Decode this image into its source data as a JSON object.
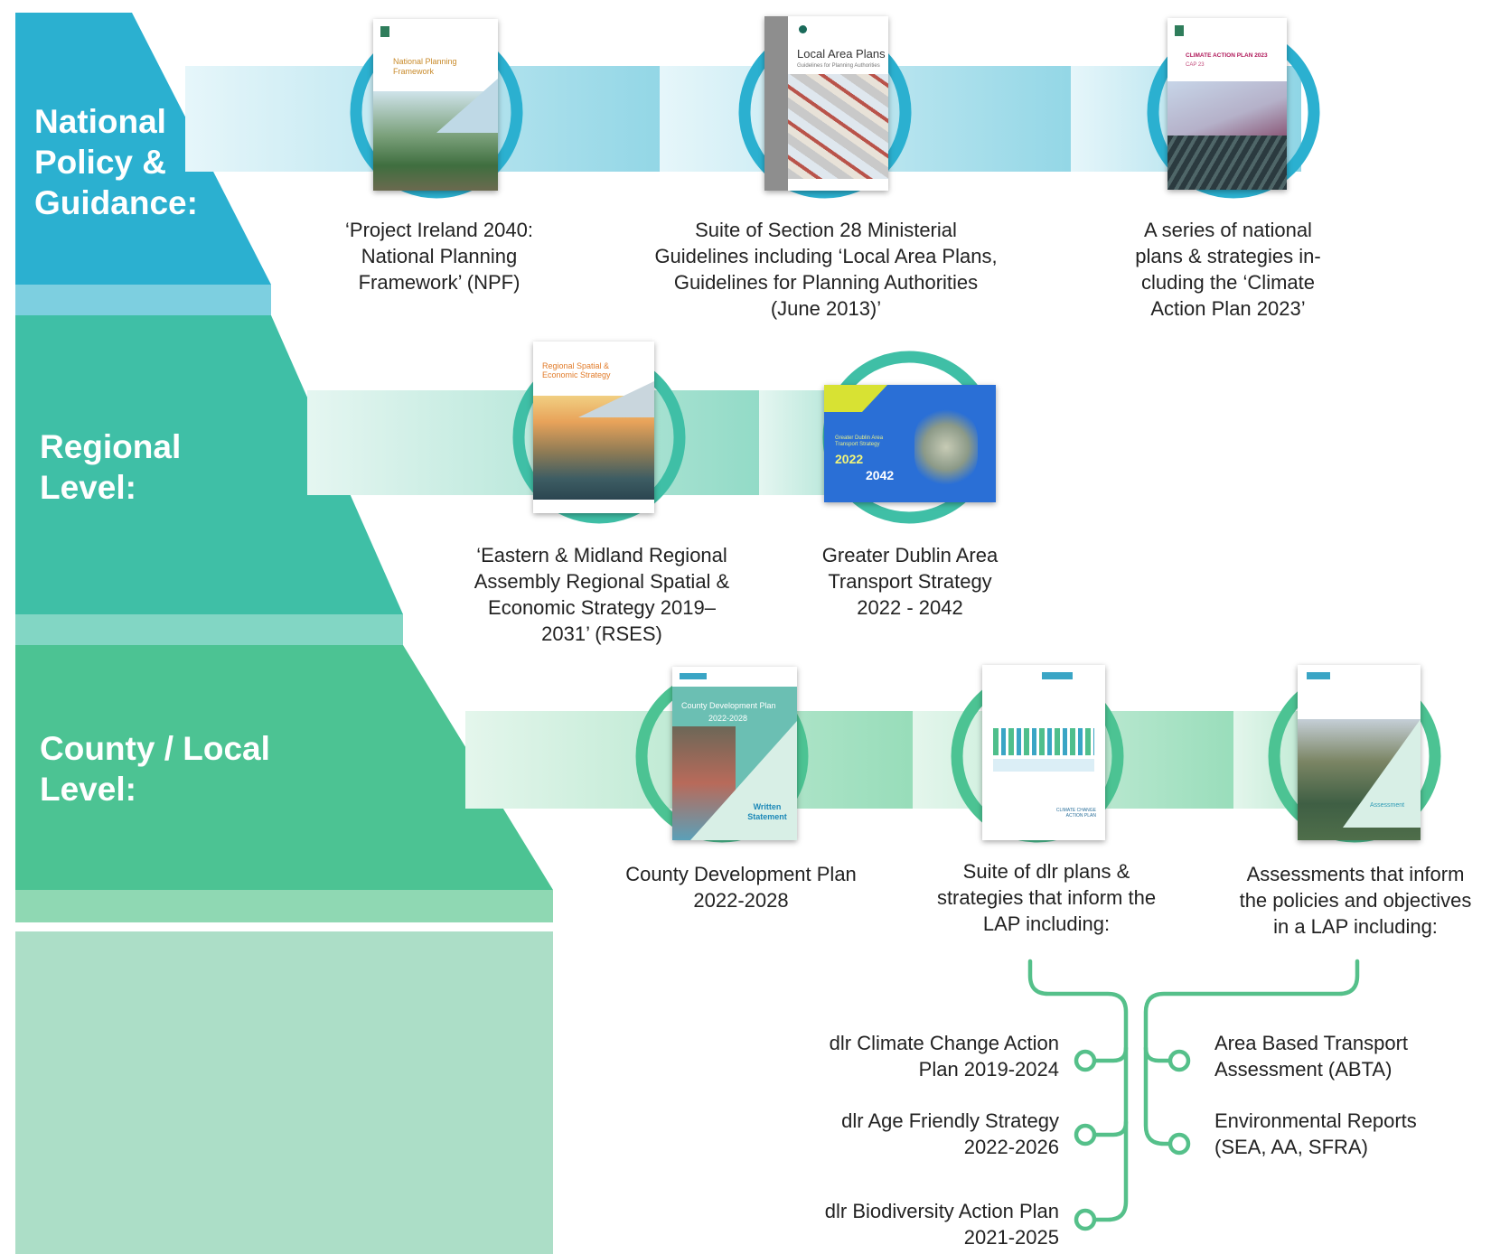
{
  "tiers": {
    "national": {
      "label_line1": "National",
      "label_line2": "Policy &",
      "label_line3": "Guidance:"
    },
    "regional": {
      "label_line1": "Regional",
      "label_line2": "Level:"
    },
    "county": {
      "label_line1": "County / Local",
      "label_line2": "Level:"
    }
  },
  "national_docs": [
    {
      "cover_title": "National Planning Framework",
      "caption": [
        "‘Project Ireland 2040:",
        "National Planning",
        "Framework’ (NPF)"
      ]
    },
    {
      "cover_title": "Local Area Plans",
      "cover_subtitle": "Guidelines for Planning Authorities",
      "caption": [
        "Suite of Section 28 Ministerial",
        "Guidelines including ‘Local Area Plans,",
        "Guidelines for Planning Authorities",
        "(June 2013)’"
      ]
    },
    {
      "cover_title": "CLIMATE ACTION PLAN 2023",
      "cover_subtitle": "CAP 23",
      "caption": [
        "A series of national",
        "plans & strategies in-",
        "cluding the ‘Climate",
        "Action Plan 2023’"
      ]
    }
  ],
  "regional_docs": [
    {
      "cover_title": "Regional Spatial & Economic Strategy",
      "caption": [
        "‘Eastern & Midland Regional",
        "Assembly Regional Spatial &",
        "Economic Strategy 2019–",
        "2031’ (RSES)"
      ]
    },
    {
      "cover_title": "Greater Dublin Area Transport Strategy",
      "cover_year1": "2022",
      "cover_year2": "2042",
      "caption": [
        "Greater Dublin Area",
        "Transport Strategy",
        "2022 - 2042"
      ]
    }
  ],
  "county_docs": [
    {
      "cover_title": "County Development Plan",
      "cover_years": "2022-2028",
      "cover_footer": "Written Statement",
      "caption": [
        "County Development Plan",
        "2022-2028"
      ]
    },
    {
      "cover_title": "CLIMATE CHANGE ACTION PLAN",
      "caption": [
        "Suite of dlr plans &",
        "strategies that inform the",
        "LAP including:"
      ]
    },
    {
      "cover_title": "Assessment",
      "caption": [
        "Assessments that inform",
        "the policies and objectives",
        "in a LAP including:"
      ]
    }
  ],
  "dlr_plans": [
    [
      "dlr Climate Change Action",
      "Plan 2019-2024"
    ],
    [
      "dlr Age Friendly Strategy",
      "2022-2026"
    ],
    [
      "dlr Biodiversity Action Plan",
      "2021-2025"
    ]
  ],
  "assessments": [
    [
      "Area Based Transport",
      "Assessment (ABTA)"
    ],
    [
      "Environmental Reports",
      "(SEA, AA, SFRA)"
    ]
  ],
  "colors": {
    "national": "#2bb0d0",
    "regional": "#3fbfa6",
    "county": "#4cc393",
    "base": "#acdec7",
    "connector": "#55c08a"
  }
}
